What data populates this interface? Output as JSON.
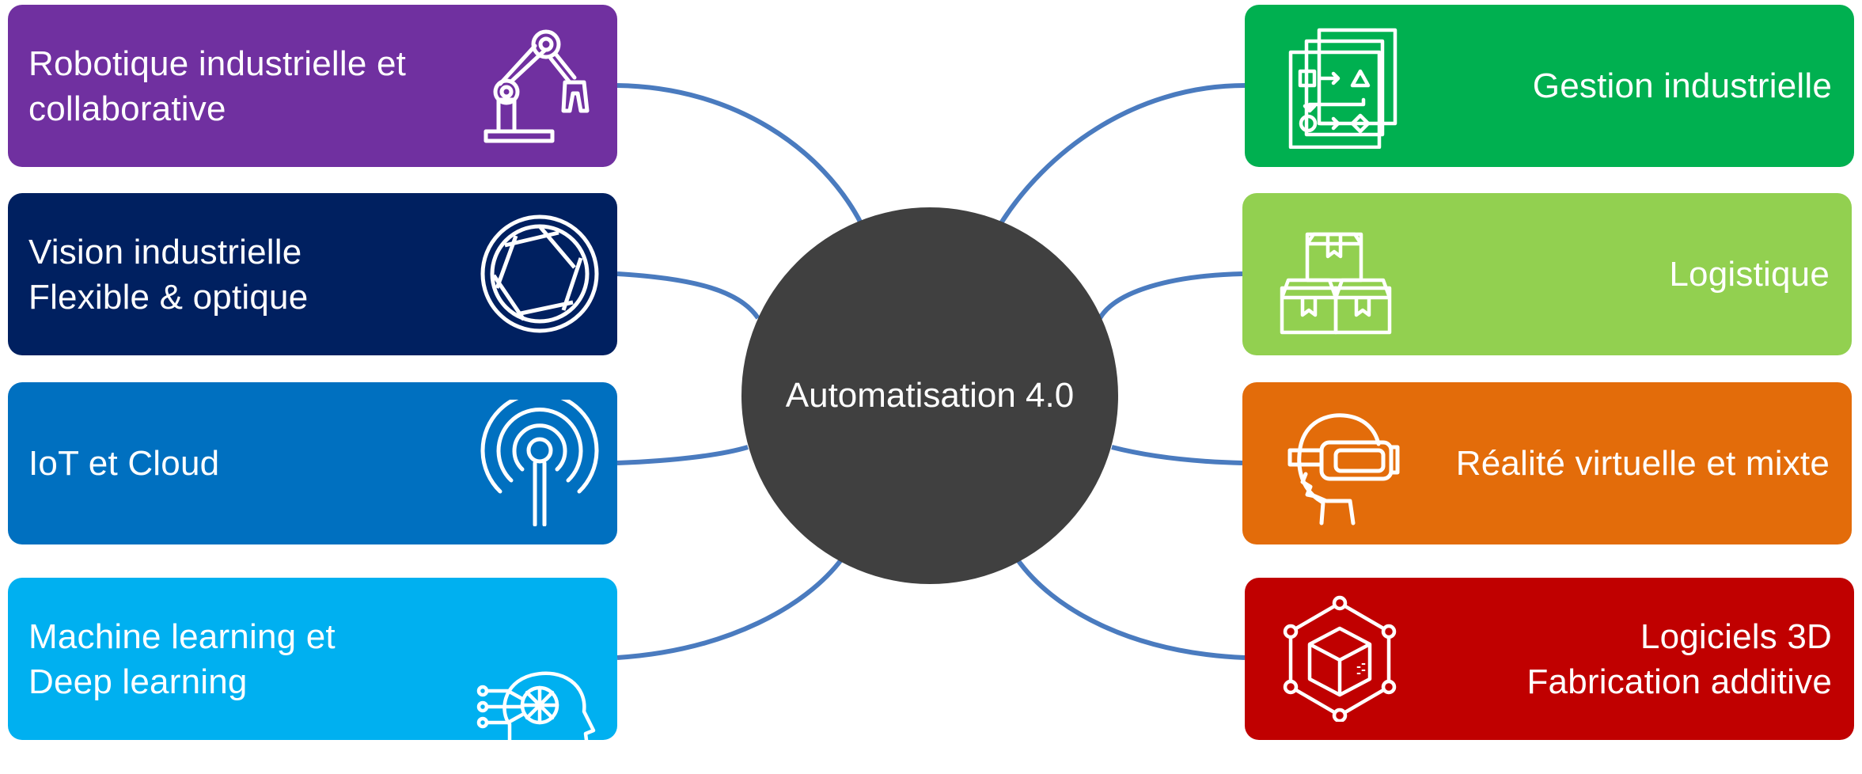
{
  "hub": {
    "label": "Automatisation 4.0",
    "color": "#404040"
  },
  "connector_color": "#4a7bbf",
  "left_nodes": [
    {
      "lines": [
        "Robotique industrielle et",
        "collaborative"
      ],
      "icon": "robot-arm-icon",
      "color": "#7030a0"
    },
    {
      "lines": [
        "Vision industrielle",
        "Flexible & optique"
      ],
      "icon": "camera-aperture-icon",
      "color": "#002060"
    },
    {
      "lines": [
        "IoT et Cloud"
      ],
      "icon": "wireless-antenna-icon",
      "color": "#0070c0"
    },
    {
      "lines": [
        "Machine learning et",
        "Deep learning"
      ],
      "icon": "ai-brain-icon",
      "color": "#00b0f0"
    }
  ],
  "right_nodes": [
    {
      "lines": [
        "Gestion industrielle"
      ],
      "icon": "process-flow-icon",
      "color": "#00b050"
    },
    {
      "lines": [
        "Logistique"
      ],
      "icon": "stacked-boxes-icon",
      "color": "#92d050"
    },
    {
      "lines": [
        "Réalité virtuelle et mixte"
      ],
      "icon": "vr-headset-icon",
      "color": "#e36c0a"
    },
    {
      "lines": [
        "Logiciels 3D",
        "Fabrication additive"
      ],
      "icon": "3d-cube-icon",
      "color": "#c00000"
    }
  ]
}
